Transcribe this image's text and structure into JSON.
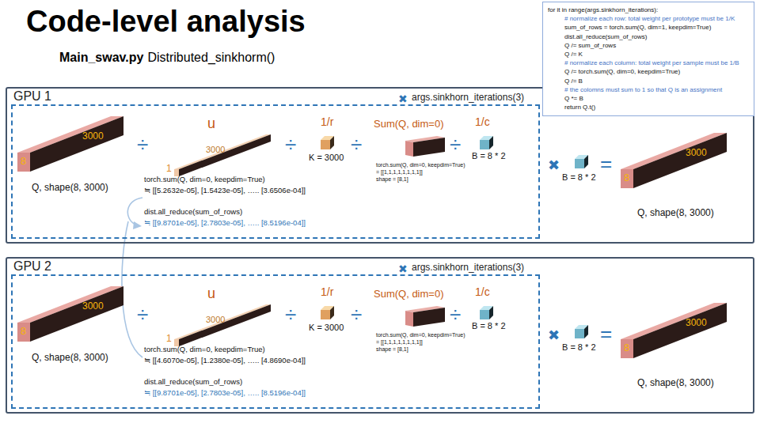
{
  "diagram": {
    "title": "Code-level analysis",
    "nodes": [
      {
        "text": [
          "for it in range(args.sinkhorn_iterations):",
          "# normalize each row: total weight per prototype must be 1/K",
          "sum_of_rows = torch.sum(Q, dim=1, keepdim=True)",
          "dist.all_reduce(sum_of_rows)",
          "Q /= sum_of_rows",
          "Q /= K",
          "# normalize each column: total weight per sample must be 1/B",
          "Q /= torch.sum(Q, dim=0, keepdim=True)",
          "Q /= B",
          "# the colomns must sum to 1 so that Q is an assignment",
          "Q *= B",
          "return Q.t()"
        ]
      },
      {
        "text": [
          "GPU 1"
        ]
      },
      {
        "text": [
          "args.sinkhorn_iterations(3)"
        ],
        "in": 1
      },
      {
        "text": [
          "8",
          "3000"
        ],
        "in": 2
      },
      {
        "text": [
          "1",
          "3000"
        ],
        "in": 2
      },
      {
        "text": [
          "8",
          "3000"
        ],
        "in": 1
      },
      {
        "text": [
          "GPU 2"
        ]
      },
      {
        "text": [
          "args.sinkhorn_iterations(3)"
        ],
        "in": 6
      },
      {
        "text": [
          "8",
          "3000"
        ],
        "in": 7
      },
      {
        "text": [
          "1",
          "3000"
        ],
        "in": 7
      },
      {
        "text": [
          "8",
          "3000"
        ],
        "in": 6
      }
    ],
    "labels": [
      "Main_swav.py",
      "Distributed_sinkhorm()",
      "✖",
      "Q, shape(8, 3000)",
      "÷",
      "u",
      "torch.sum(Q, dim=0, keepdim=True)",
      "≒ [[5.2632e-05], [1.5423e-05], ….. [3.6506e-04]]",
      "dist.all_reduce(sum_of_rows)",
      "≒ [[9.8701e-05], [2.7803e-05], ….. [8.5196e-04]]",
      "÷",
      "1/r",
      "K = 3000",
      "÷",
      "Sum(Q, dim=0)",
      "torch.sum(Q, dim=0, keepdim=True)",
      "= [[1,1,1,1,1,1,1,1]]",
      "shape = [8,1]",
      "÷",
      "1/c",
      "B = 8 * 2",
      "✖",
      "B = 8 * 2",
      "=",
      "Q, shape(8, 3000)",
      "✖",
      "Q, shape(8, 3000)",
      "÷",
      "u",
      "torch.sum(Q, dim=0, keepdim=True)",
      "≒ [[4.6070e-05], [1.2380e-05], ….. [4.8690e-04]]",
      "dist.all_reduce(sum_of_rows)",
      "≒ [[9.8701e-05], [2.7803e-05], ….. [8.5196e-04]]",
      "÷",
      "1/r",
      "K = 3000",
      "÷",
      "Sum(Q, dim=0)",
      "torch.sum(Q, dim=0, keepdim=True)",
      "= [[1,1,1,1,1,1,1,1]]",
      "shape = [8,1]",
      "÷",
      "1/c",
      "B = 8 * 2",
      "✖",
      "B = 8 * 2",
      "=",
      "Q, shape(8, 3000)"
    ]
  }
}
